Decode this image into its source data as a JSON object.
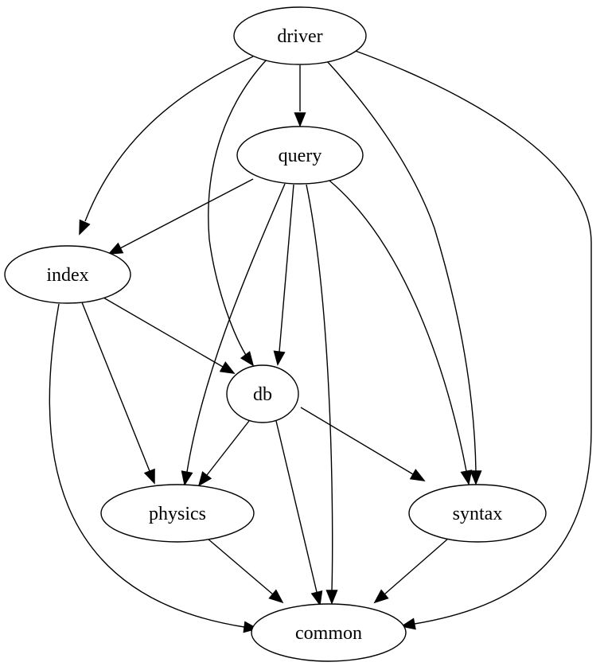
{
  "diagram": {
    "nodes": [
      {
        "id": "driver",
        "label": "driver"
      },
      {
        "id": "query",
        "label": "query"
      },
      {
        "id": "index",
        "label": "index"
      },
      {
        "id": "db",
        "label": "db"
      },
      {
        "id": "physics",
        "label": "physics"
      },
      {
        "id": "syntax",
        "label": "syntax"
      },
      {
        "id": "common",
        "label": "common"
      }
    ],
    "edges": [
      {
        "from": "driver",
        "to": "query"
      },
      {
        "from": "driver",
        "to": "index"
      },
      {
        "from": "driver",
        "to": "db"
      },
      {
        "from": "driver",
        "to": "syntax"
      },
      {
        "from": "driver",
        "to": "common"
      },
      {
        "from": "query",
        "to": "index"
      },
      {
        "from": "query",
        "to": "physics"
      },
      {
        "from": "query",
        "to": "db"
      },
      {
        "from": "query",
        "to": "common"
      },
      {
        "from": "query",
        "to": "syntax"
      },
      {
        "from": "index",
        "to": "db"
      },
      {
        "from": "index",
        "to": "physics"
      },
      {
        "from": "index",
        "to": "common"
      },
      {
        "from": "db",
        "to": "physics"
      },
      {
        "from": "db",
        "to": "common"
      },
      {
        "from": "db",
        "to": "syntax"
      },
      {
        "from": "physics",
        "to": "common"
      },
      {
        "from": "syntax",
        "to": "common"
      }
    ]
  }
}
